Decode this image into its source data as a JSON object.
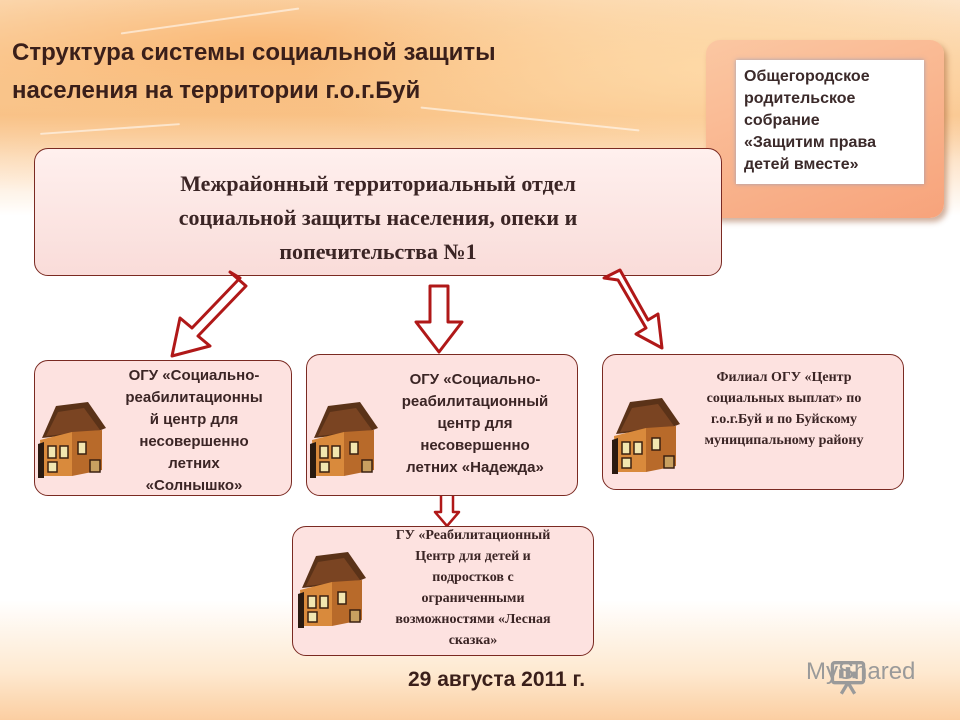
{
  "title": {
    "line1": "Структура системы социальной защиты",
    "line2": "населения на территории г.о.г.Буй"
  },
  "callout": {
    "lines": [
      "Общегородское",
      "родительское",
      "собрание",
      "«Защитим права",
      "детей вместе»"
    ]
  },
  "main_box": {
    "lines": [
      "Межрайонный территориальный отдел",
      "социальной защиты населения, опеки и",
      "попечительства №1"
    ]
  },
  "box_left": {
    "lines": [
      "ОГУ «Социально-",
      "реабилитационны",
      "й центр для",
      "несовершенно",
      "летних",
      "«Солнышко»"
    ]
  },
  "box_center": {
    "lines": [
      "ОГУ «Социально-",
      "реабилитационный",
      "центр для",
      "несовершенно",
      "летних «Надежда»"
    ]
  },
  "box_right": {
    "lines": [
      "Филиал ОГУ «Центр",
      "социальных выплат» по",
      "г.о.г.Буй и по Буйскому",
      "муниципальному району"
    ]
  },
  "box_bottom": {
    "lines": [
      "ГУ «Реабилитационный",
      "Центр для детей и",
      "подростков  с",
      "ограниченными",
      "возможностями «Лесная",
      "сказка»"
    ]
  },
  "date": "29 августа 2011 г.",
  "watermark": "MyShared",
  "icons": {
    "house": "house-icon",
    "arrow": "down-arrow-icon",
    "logo": "presentation-logo-icon"
  },
  "colors": {
    "box_border": "#7a2a22",
    "box_fill": "#fde2e0",
    "arrow_fill": "#ffffff",
    "arrow_stroke": "#b01818",
    "callout_fill": "#f7a37b"
  }
}
